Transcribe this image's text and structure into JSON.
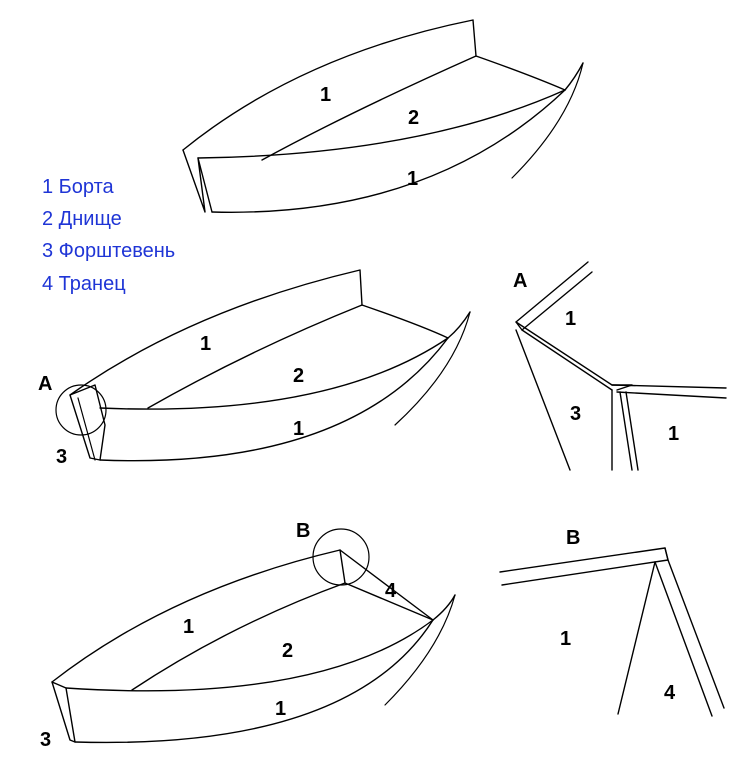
{
  "legend": {
    "color": "#1f35d6",
    "items": [
      "1 Борта",
      "2 Днище",
      "3 Форштевень",
      "4 Транец"
    ]
  },
  "figure1": {
    "labels": [
      "1",
      "2",
      "1"
    ]
  },
  "figure2": {
    "callout": "A",
    "labels": [
      "1",
      "2",
      "1",
      "3"
    ]
  },
  "detailA": {
    "title": "A",
    "labels": [
      "1",
      "3",
      "1"
    ]
  },
  "figure3": {
    "callout": "B",
    "labels": [
      "1",
      "2",
      "1",
      "4",
      "3"
    ]
  },
  "detailB": {
    "title": "B",
    "labels": [
      "1",
      "4"
    ]
  }
}
